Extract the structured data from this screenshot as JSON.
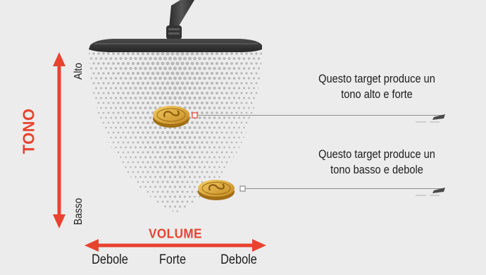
{
  "axes": {
    "vertical_title": "TONO",
    "vertical_top": "Alto",
    "vertical_bottom": "Basso",
    "horizontal_title": "VOLUME",
    "horizontal_left": "Debole",
    "horizontal_center": "Forte",
    "horizontal_right": "Debole"
  },
  "targets": [
    {
      "lines": [
        "Questo target produce un",
        "tono alto e forte"
      ]
    },
    {
      "lines": [
        "Questo target produce un",
        "tono basso e debole"
      ]
    }
  ],
  "colors": {
    "accent": "#e8432f",
    "coin": "#d9a43a",
    "coil": "#3a3a3a",
    "dots": "#b8b8b8",
    "background": "#ececec"
  },
  "icons": [
    "search-coil-icon",
    "coin-icon"
  ]
}
